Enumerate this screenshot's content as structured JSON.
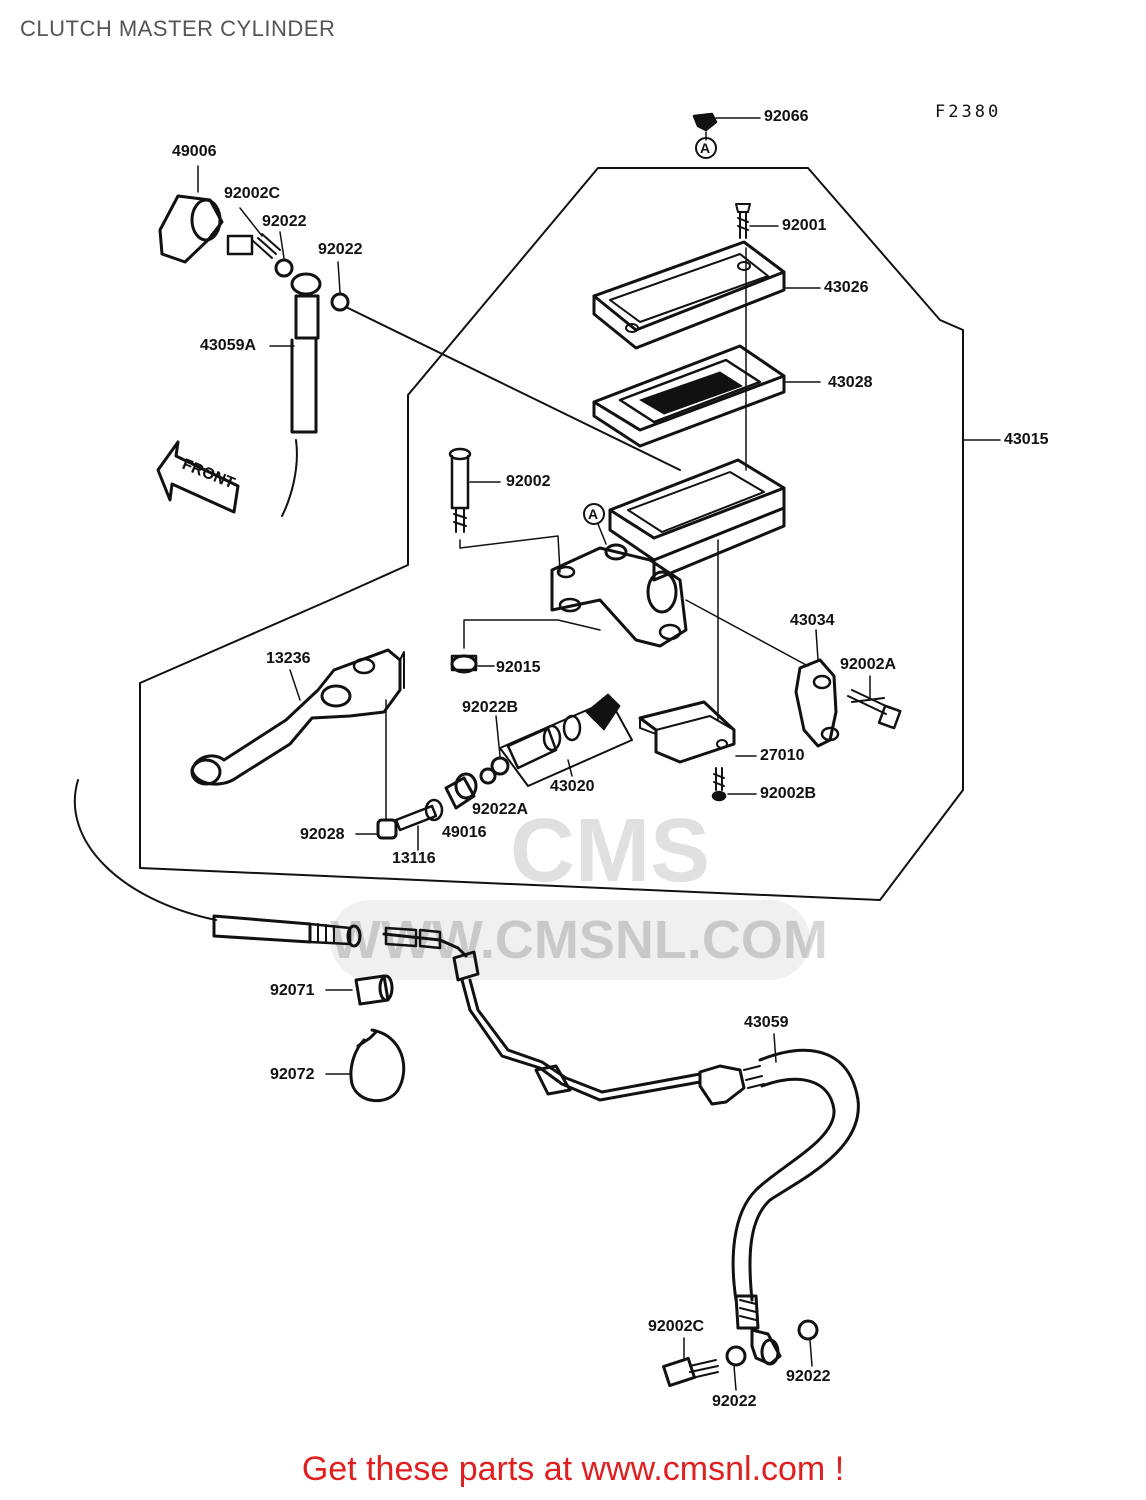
{
  "title": "CLUTCH MASTER CYLINDER",
  "figure_code": "F2380",
  "front_label": "FRONT",
  "ref_mark": "A",
  "watermark": {
    "url": "WWW.CMSNL.COM",
    "logo": "CMS"
  },
  "cta": "Get these parts at www.cmsnl.com !",
  "parts": {
    "p92066": "92066",
    "p49006": "49006",
    "p92002C_top": "92002C",
    "p92022_a": "92022",
    "p92022_b": "92022",
    "p92001": "92001",
    "p43026": "43026",
    "p43059A": "43059A",
    "p43028": "43028",
    "p43015": "43015",
    "p92002": "92002",
    "p43034": "43034",
    "p13236": "13236",
    "p92015": "92015",
    "p92002A": "92002A",
    "p92022B": "92022B",
    "p27010": "27010",
    "p43020": "43020",
    "p92022A": "92022A",
    "p92002B": "92002B",
    "p92028": "92028",
    "p49016": "49016",
    "p13116": "13116",
    "p92071": "92071",
    "p43059": "43059",
    "p92072": "92072",
    "p92002C_bottom": "92002C",
    "p92022_c": "92022",
    "p92022_d": "92022"
  }
}
